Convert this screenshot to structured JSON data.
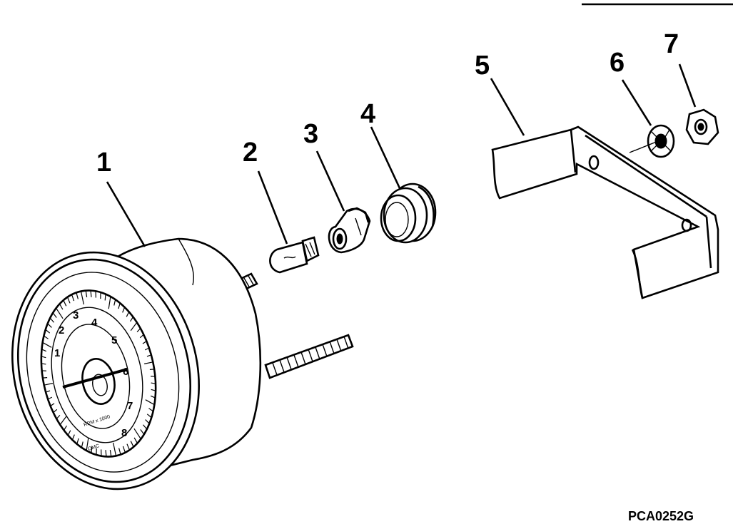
{
  "figure_code": "PCA0252G",
  "dial": {
    "numbers": [
      "1",
      "2",
      "3",
      "4",
      "5",
      "6",
      "7",
      "8"
    ],
    "unit_text": "RPM x 1000",
    "brand_text": "OMC"
  },
  "callouts": [
    {
      "label": "1",
      "part": "tachometer"
    },
    {
      "label": "2",
      "part": "bulb"
    },
    {
      "label": "3",
      "part": "socket"
    },
    {
      "label": "4",
      "part": "grommet"
    },
    {
      "label": "5",
      "part": "bracket"
    },
    {
      "label": "6",
      "part": "lock-washer"
    },
    {
      "label": "7",
      "part": "nut"
    }
  ],
  "colors": {
    "ink": "#000000",
    "paper": "#ffffff"
  }
}
